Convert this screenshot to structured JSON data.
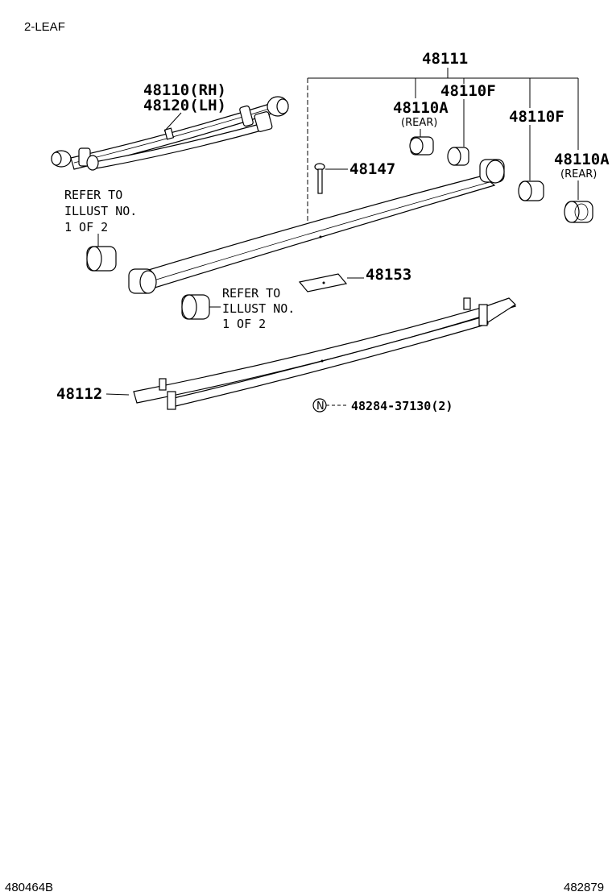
{
  "header": {
    "title": "2-LEAF"
  },
  "footer": {
    "left_code": "480464B",
    "right_code": "482879"
  },
  "labels": {
    "p48111": "48111",
    "p48110_rh": "48110(RH)",
    "p48120_lh": "48120(LH)",
    "p48110f_a": "48110F",
    "p48110a_a": "48110A",
    "rear_a": "(REAR)",
    "p48110f_b": "48110F",
    "p48110a_b": "48110A",
    "rear_b": "(REAR)",
    "p48147": "48147",
    "p48153": "48153",
    "p48112": "48112",
    "p48284": "48284-37130(2)",
    "n_mark": "N"
  },
  "refer_notes": [
    {
      "line1": "REFER TO",
      "line2": "ILLUST NO.",
      "line3": "1 OF 2"
    },
    {
      "line1": "REFER TO",
      "line2": "ILLUST NO.",
      "line3": "1 OF 2"
    }
  ]
}
